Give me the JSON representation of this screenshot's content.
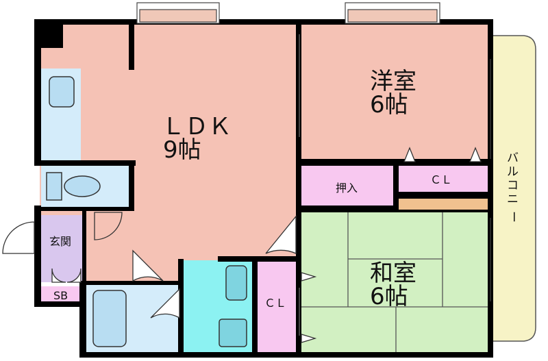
{
  "rooms": {
    "ldk": {
      "name": "ＬＤＫ",
      "size": "9帖"
    },
    "western": {
      "name": "洋室",
      "size": "6帖"
    },
    "japanese": {
      "name": "和室",
      "size": "6帖"
    },
    "oshiire": "押入",
    "closet_top": "ＣＬ",
    "closet_bottom": "ＣＬ",
    "entrance": "玄関",
    "shoebox": "SB",
    "balcony": [
      "バ",
      "ル",
      "コ",
      "ニ",
      "ー"
    ]
  },
  "colors": {
    "ldk": "#f5c2b5",
    "western": "#f5c2b5",
    "japanese": "#d2f0c2",
    "closet": "#f8c8f0",
    "entrance": "#d9c7ee",
    "wet": "#d4ecfa",
    "washroom": "#8cf2f2",
    "balcony": "#f7f3c6",
    "tatami_edge": "#f0c18f",
    "wall": "#000000"
  }
}
